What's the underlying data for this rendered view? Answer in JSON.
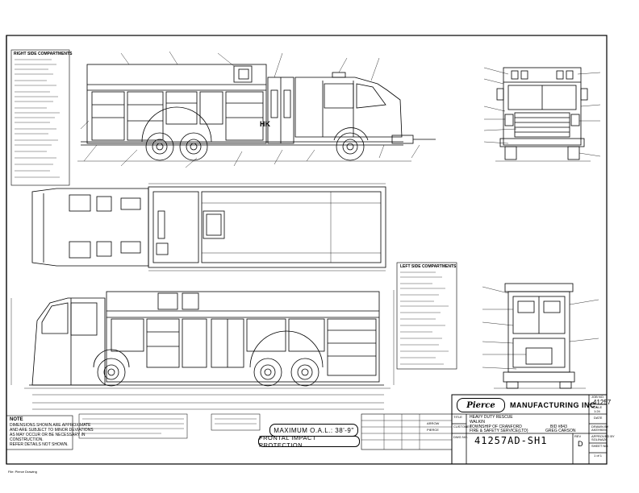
{
  "title_block": {
    "company": "MANUFACTURING INC.",
    "job_label": "JOB NO.",
    "job_no": "41257",
    "date_label": "DATE",
    "scale_label": "SCALE",
    "scale": "1:24",
    "drawn_label": "DRAWN BY",
    "drawn_by": "AKEH9094",
    "approved_label": "APPROVED BY",
    "approved_by": "SGLINAZ6",
    "title_label": "TITLE",
    "title_line1": "HEAVY DUTY RESCUE",
    "title_line2": "WALKIN",
    "customer_label": "CUSTOMER",
    "customer_line1": "TOWNSHIP OF CRANFORD",
    "customer_line2": "FIRE & SAFETY SERVICE(LTD)",
    "model": "ARROW",
    "chassis": "PIERCE",
    "drawing_label": "DWG NO.",
    "drawing_no": "41257AD-SH1",
    "rev_label": "REV",
    "rev": "D",
    "sheet_label": "SHEET NO.",
    "sheet": "1 of 1",
    "order_code": "BID #843",
    "order_sub": "GREG CARSON"
  },
  "notes": {
    "heading": "NOTE",
    "lines": [
      "DIMENSIONS SHOWN ARE APPROXIMATE",
      "AND ARE SUBJECT TO MINOR DEVIATIONS",
      "AS MAY OCCUR OR BE NECESSARY IN",
      "CONSTRUCTION.",
      "REFER DETAILS NOT SHOWN."
    ]
  },
  "spec_boxes": {
    "oal": "MAXIMUM O.A.L.: 38'-9\"",
    "impact": "FRONTAL IMPACT PROTECTION"
  },
  "callouts": {
    "right_side_heading": "RIGHT SIDE COMPARTMENTS",
    "left_side_heading": "LEFT SIDE COMPARTMENTS",
    "hk_badge": "HK"
  },
  "footer": "File: Pierce Drawing"
}
